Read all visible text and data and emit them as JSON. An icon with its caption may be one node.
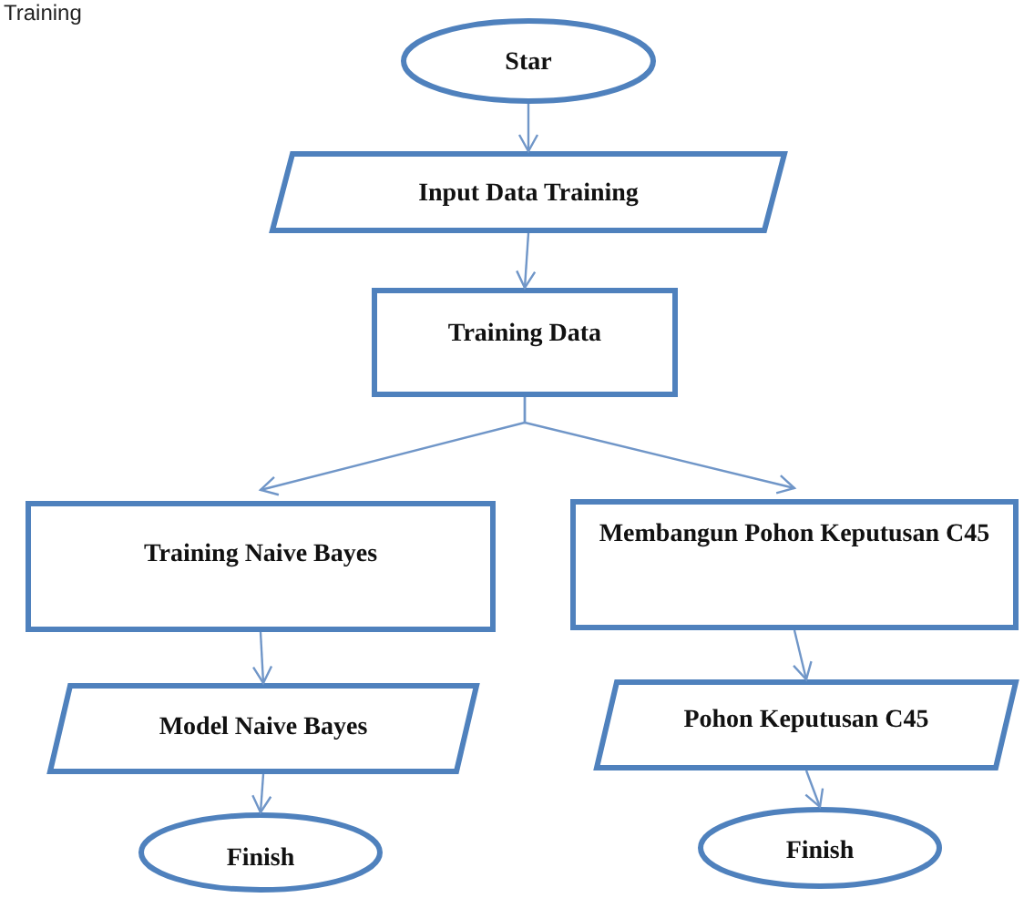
{
  "diagram": {
    "nodes": [
      {
        "text": [
          "Star"
        ]
      },
      {
        "text": [
          "Input Data Training"
        ]
      },
      {
        "text": [
          "Training Data"
        ]
      },
      {
        "text": [
          "Training Naive Bayes"
        ]
      },
      {
        "text": [
          "Membangun Pohon Keputusan C45"
        ]
      },
      {
        "text": [
          "Model Naive Bayes"
        ]
      },
      {
        "text": [
          "Pohon Keputusan C45"
        ]
      },
      {
        "text": [
          "Finish"
        ]
      },
      {
        "text": [
          "Finish"
        ]
      }
    ],
    "edges": [
      {
        "from": 0,
        "to": 1,
        "arrow": "to"
      },
      {
        "from": 1,
        "to": 2,
        "arrow": "to"
      },
      {
        "from": 2,
        "to": 3,
        "arrow": "to"
      },
      {
        "from": 2,
        "to": 4,
        "arrow": "to"
      },
      {
        "from": 3,
        "to": 5,
        "arrow": "to"
      },
      {
        "from": 4,
        "to": 6,
        "arrow": "to"
      },
      {
        "from": 5,
        "to": 7,
        "arrow": "to"
      },
      {
        "from": 6,
        "to": 8,
        "arrow": "to"
      }
    ],
    "labels": [
      "Training"
    ]
  }
}
